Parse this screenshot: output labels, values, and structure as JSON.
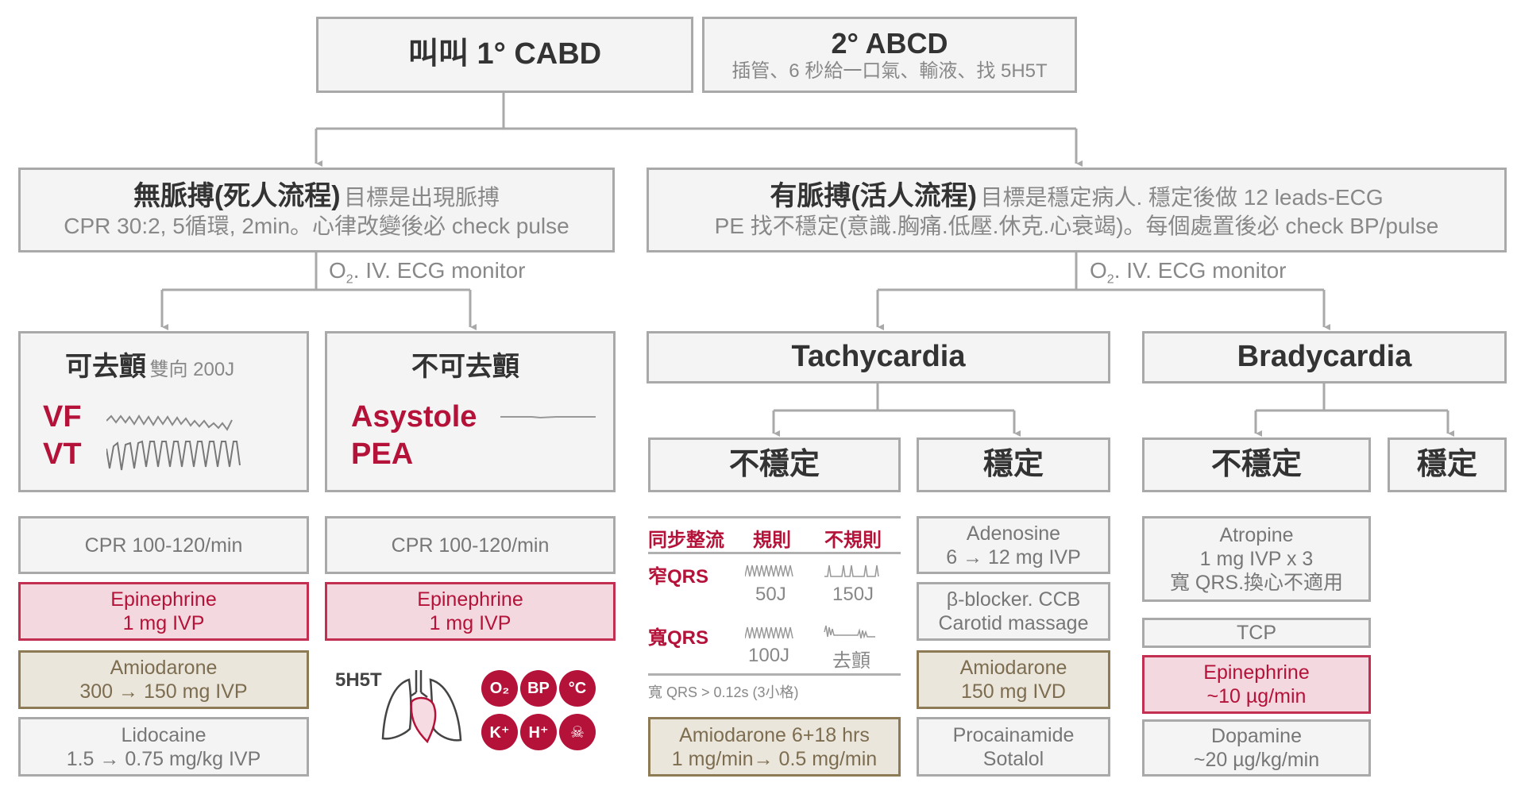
{
  "top": {
    "primary": "叫叫 1° CABD",
    "secondary_title": "2° ABCD",
    "secondary_sub": "插管、6 秒給一口氣、輸液、找 5H5T"
  },
  "pulseless": {
    "title": "無脈搏(死人流程)",
    "goal": "目標是出現脈搏",
    "sub": "CPR 30:2, 5循環, 2min。心律改變後必 check pulse",
    "monitor": "O",
    "monitor_sub": "2",
    "monitor_rest": ". IV. ECG monitor"
  },
  "pulse": {
    "title": "有脈搏(活人流程)",
    "goal": "目標是穩定病人. 穩定後做 12 leads-ECG",
    "sub": "PE 找不穩定(意識.胸痛.低壓.休克.心衰竭)。每個處置後必 check BP/pulse",
    "monitor": "O",
    "monitor_sub": "2",
    "monitor_rest": ". IV. ECG monitor"
  },
  "shockable": {
    "title": "可去顫",
    "energy": "雙向 200J",
    "r1": "VF",
    "r2": "VT"
  },
  "nonshockable": {
    "title": "不可去顫",
    "r1": "Asystole",
    "r2": "PEA"
  },
  "tachy": {
    "title": "Tachycardia",
    "unstable": "不穩定",
    "stable": "穩定",
    "table": {
      "h1": "同步整流",
      "h2": "規則",
      "h3": "不規則",
      "row1": "窄QRS",
      "r1a": "50J",
      "r1b": "150J",
      "row2": "寬QRS",
      "r2a": "100J",
      "r2b": "去顫",
      "note": "寬 QRS > 0.12s (3小格)"
    },
    "amio_l1": "Amiodarone 6+18 hrs",
    "amio_l2": "1 mg/min→ 0.5 mg/min",
    "stable_drugs": [
      [
        "Adenosine",
        "6 → 12 mg IVP"
      ],
      [
        "β-blocker. CCB",
        "Carotid massage"
      ],
      [
        "Amiodarone",
        "150 mg IVD"
      ],
      [
        "Procainamide",
        "Sotalol"
      ]
    ]
  },
  "brady": {
    "title": "Bradycardia",
    "unstable": "不穩定",
    "stable": "穩定",
    "drugs": [
      [
        "Atropine",
        "1 mg IVP x 3",
        "寬 QRS.換心不適用"
      ],
      [
        "TCP"
      ],
      [
        "Epinephrine",
        "~10 µg/min"
      ],
      [
        "Dopamine",
        "~20 µg/kg/min"
      ]
    ]
  },
  "shock_col": [
    [
      "CPR 100-120/min"
    ],
    [
      "Epinephrine",
      "1 mg IVP"
    ],
    [
      "Amiodarone",
      "300 → 150 mg IVP"
    ],
    [
      "Lidocaine",
      "1.5 → 0.75 mg/kg IVP"
    ]
  ],
  "nonshock_col": [
    [
      "CPR 100-120/min"
    ],
    [
      "Epinephrine",
      "1 mg IVP"
    ]
  ],
  "hs_ts": {
    "label": "5H5T",
    "badges": [
      "O₂",
      "BP",
      "°C",
      "K⁺",
      "H⁺"
    ],
    "icons": [
      "lungs-heart-icon",
      "skull-icon"
    ]
  },
  "colors": {
    "accent": "#b5123a",
    "pink_bg": "#f3d9df",
    "beige_bg": "#ebe6dc",
    "border": "#a9a9a9"
  }
}
